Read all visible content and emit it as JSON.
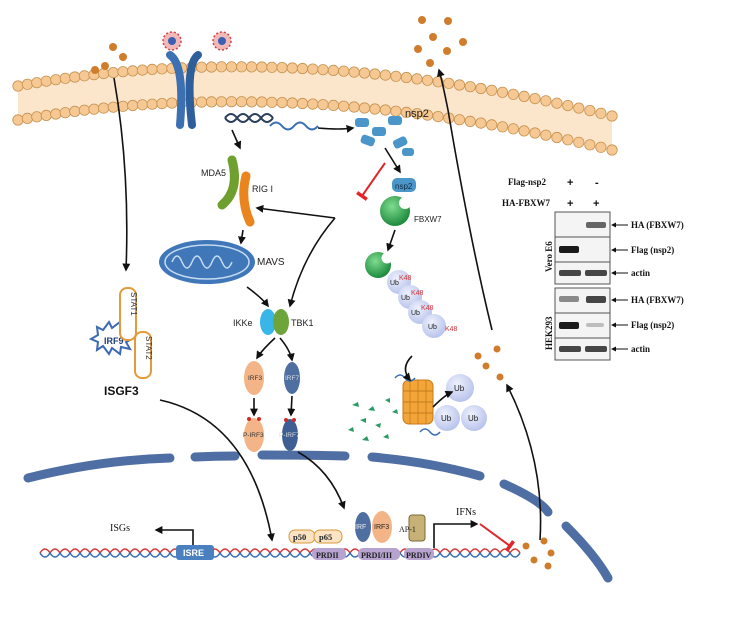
{
  "labels": {
    "nsp2": "nsp2",
    "nsp2_bound": "nsp2",
    "fbxw7": "FBXW7",
    "mda5": "MDA5",
    "rigi": "RIG I",
    "mavs": "MAVS",
    "ikke": "IKKe",
    "tbk1": "TBK1",
    "irf3": "IRF3",
    "irf7": "IRF7",
    "pirf3": "P-IRF3",
    "pirf7": "P-IRF7",
    "stat1": "STAT1",
    "stat2": "STAT2",
    "irf9": "IRF9",
    "isgf3": "ISGF3",
    "isgs": "ISGs",
    "isre": "ISRE",
    "p50": "p50",
    "p65": "p65",
    "prdii": "PRDII",
    "irf_small": "IRF",
    "irf3_small": "IRF3",
    "ap1": "AP-1",
    "prdi_iii": "PRDI/III",
    "prdiv": "PRDIV",
    "ifns": "IFNs",
    "ub": "Ub",
    "k48": "K48"
  },
  "blot": {
    "row1_label": "Flag-nsp2",
    "row2_label": "HA-FBXW7",
    "row1_signs": [
      "+",
      "-"
    ],
    "row2_signs": [
      "+",
      "+"
    ],
    "panel1_cell": "Vero E6",
    "panel2_cell": "HEK293",
    "bands": [
      "HA (FBXW7)",
      "Flag (nsp2)",
      "actin"
    ]
  },
  "colors": {
    "membrane": "#f5c894",
    "nucleus": "#4f6ea3",
    "virus_dot": "#cf7d2d",
    "inhibit": "#e0262a",
    "fbxw7": "#2ea84f",
    "ub": "#c6cff0"
  }
}
